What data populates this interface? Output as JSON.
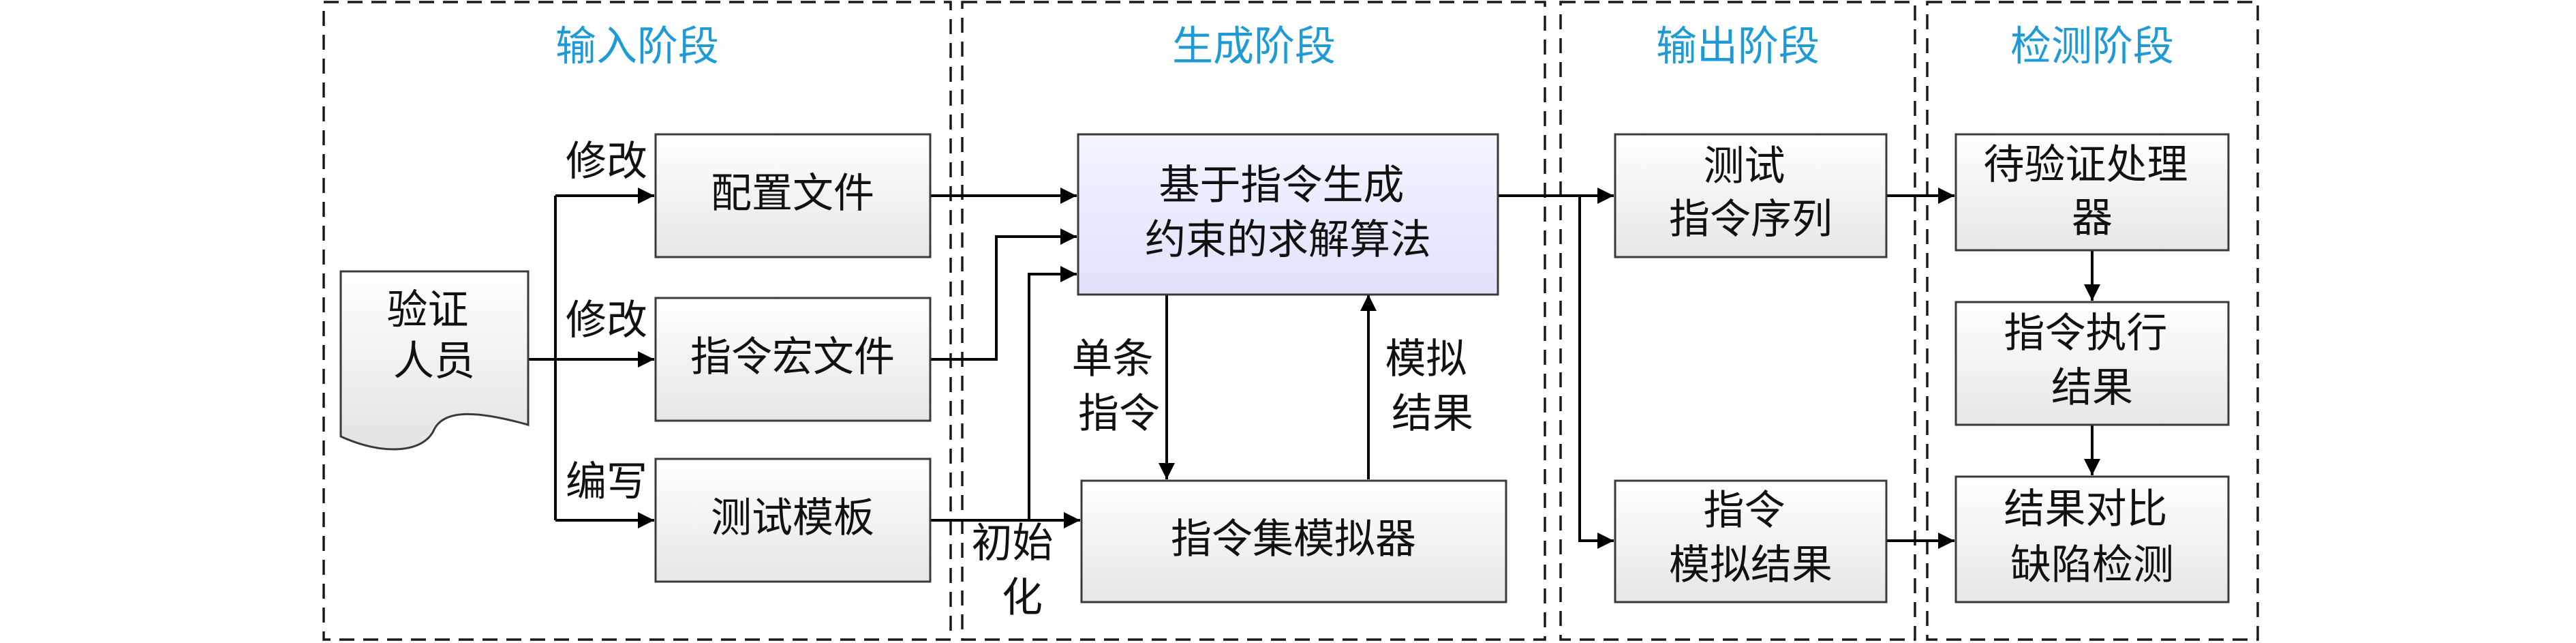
{
  "stages": [
    {
      "id": "input",
      "title": "输入阶段"
    },
    {
      "id": "generate",
      "title": "生成阶段"
    },
    {
      "id": "output",
      "title": "输出阶段"
    },
    {
      "id": "check",
      "title": "检测阶段"
    }
  ],
  "nodes": {
    "verifier": [
      "验证",
      "人员"
    ],
    "config": [
      "配置文件"
    ],
    "macro": [
      "指令宏文件"
    ],
    "template": [
      "测试模板"
    ],
    "solver": [
      "基于指令生成",
      "约束的求解算法"
    ],
    "simulator": [
      "指令集模拟器"
    ],
    "test_seq": [
      "测试",
      "指令序列"
    ],
    "sim_result": [
      "指令",
      "模拟结果"
    ],
    "processor": [
      "待验证处理",
      "器"
    ],
    "exec_result": [
      "指令执行",
      "结果"
    ],
    "compare": [
      "结果对比",
      "缺陷检测"
    ]
  },
  "edge_labels": {
    "modify1": [
      "修改"
    ],
    "modify2": [
      "修改"
    ],
    "write": [
      "编写"
    ],
    "single": [
      "单条",
      "指令"
    ],
    "simres": [
      "模拟",
      "结果"
    ],
    "init": [
      "初始",
      "化"
    ]
  },
  "edges": [
    {
      "from": "verifier",
      "to": "config",
      "label": "modify1"
    },
    {
      "from": "verifier",
      "to": "macro",
      "label": "modify2"
    },
    {
      "from": "verifier",
      "to": "template",
      "label": "write"
    },
    {
      "from": "config",
      "to": "solver"
    },
    {
      "from": "macro",
      "to": "solver"
    },
    {
      "from": "template",
      "to": "solver",
      "label": "init"
    },
    {
      "from": "template",
      "to": "simulator"
    },
    {
      "from": "solver",
      "to": "simulator",
      "label": "single"
    },
    {
      "from": "simulator",
      "to": "solver",
      "label": "simres"
    },
    {
      "from": "solver",
      "to": "test_seq"
    },
    {
      "from": "solver",
      "to": "sim_result"
    },
    {
      "from": "test_seq",
      "to": "processor"
    },
    {
      "from": "processor",
      "to": "exec_result"
    },
    {
      "from": "exec_result",
      "to": "compare"
    },
    {
      "from": "sim_result",
      "to": "compare"
    }
  ]
}
